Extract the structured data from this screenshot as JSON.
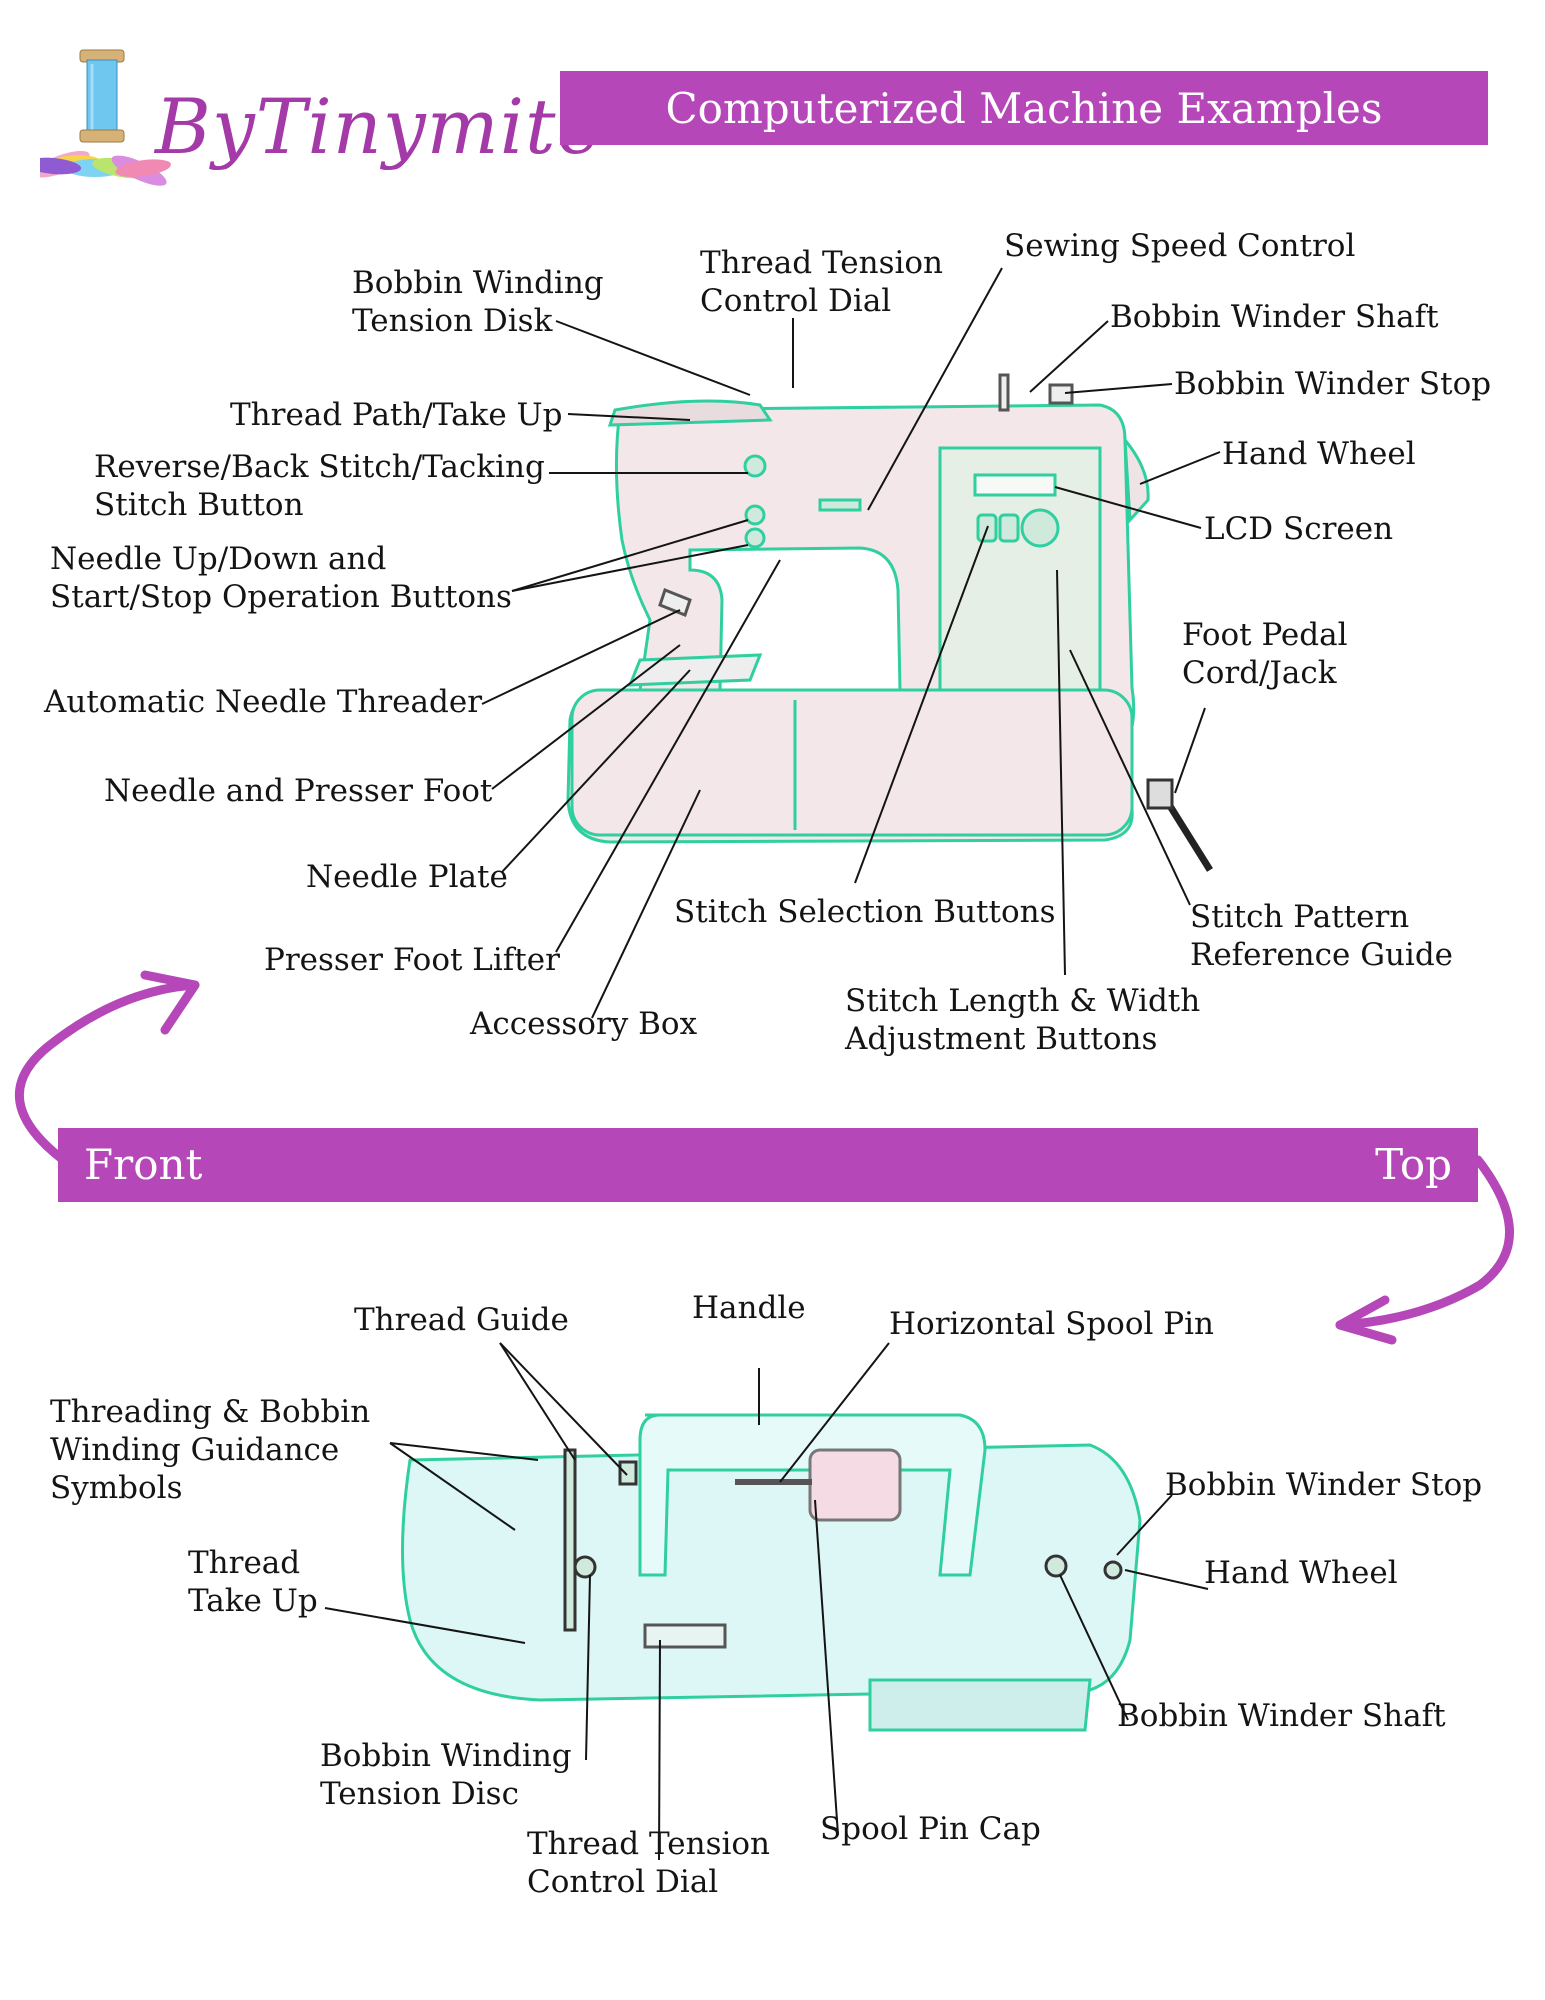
{
  "brand": {
    "name": "ByTinymite"
  },
  "header": {
    "title": "Computerized Machine Examples"
  },
  "band": {
    "left": "Front",
    "right": "Top"
  },
  "colors": {
    "accent": "#b547b8",
    "machine_outline": "#2fcf9f",
    "machine_fill": "#f3e7ea",
    "top_fill": "#dcf7f5"
  },
  "front_labels": {
    "bobbin_winding_tension_disk": [
      "Bobbin Winding",
      "Tension Disk"
    ],
    "thread_tension_control_dial": [
      "Thread Tension",
      "Control Dial"
    ],
    "sewing_speed_control": "Sewing Speed Control",
    "bobbin_winder_shaft": "Bobbin Winder Shaft",
    "bobbin_winder_stop": "Bobbin Winder Stop",
    "thread_path_take_up": "Thread Path/Take Up",
    "reverse_button": [
      "Reverse/Back Stitch/Tacking",
      "Stitch Button"
    ],
    "hand_wheel": "Hand Wheel",
    "lcd_screen": "LCD Screen",
    "needle_up_down": [
      "Needle Up/Down and",
      "Start/Stop Operation Buttons"
    ],
    "foot_pedal": [
      "Foot Pedal",
      "Cord/Jack"
    ],
    "automatic_needle_threader": "Automatic Needle Threader",
    "needle_and_presser_foot": "Needle and Presser Foot",
    "needle_plate": "Needle Plate",
    "stitch_selection_buttons": "Stitch Selection Buttons",
    "stitch_pattern_reference_guide": [
      "Stitch Pattern",
      "Reference Guide"
    ],
    "presser_foot_lifter": "Presser Foot Lifter",
    "accessory_box": "Accessory Box",
    "stitch_length_width": [
      "Stitch Length & Width",
      "Adjustment Buttons"
    ]
  },
  "top_labels": {
    "thread_guide": "Thread Guide",
    "handle": "Handle",
    "horizontal_spool_pin": "Horizontal Spool Pin",
    "threading_symbols": [
      "Threading & Bobbin",
      "Winding Guidance",
      "Symbols"
    ],
    "bobbin_winder_stop": "Bobbin Winder Stop",
    "thread_take_up": [
      "Thread",
      "Take Up"
    ],
    "hand_wheel": "Hand Wheel",
    "bobbin_winder_shaft": "Bobbin Winder Shaft",
    "bobbin_winding_tension_disc": [
      "Bobbin Winding",
      "Tension Disc"
    ],
    "spool_pin_cap": "Spool Pin Cap",
    "thread_tension_control_dial": [
      "Thread Tension",
      "Control Dial"
    ]
  }
}
